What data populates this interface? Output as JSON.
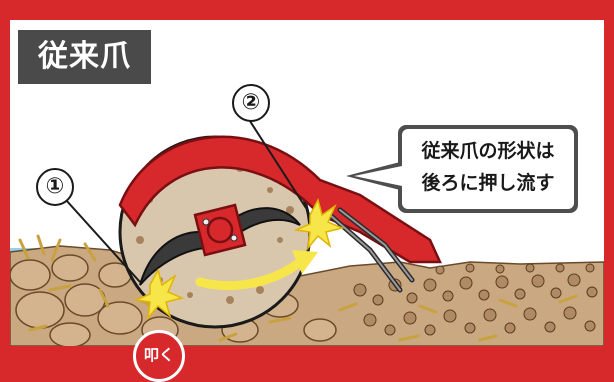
{
  "title": "従来爪",
  "callout": {
    "line1": "従来爪の形状は",
    "line2": "後ろに押し流す"
  },
  "markers": {
    "one": "①",
    "two": "②"
  },
  "badge": "叩く",
  "colors": {
    "frame": "#d7282c",
    "title_bg": "#4a4a4a",
    "soil": "#c9a882",
    "pebble": "#b08a64",
    "straw": "#c9a240",
    "rotor_fill": "#d9c7ad",
    "hood": "#d7282c",
    "blade": "#3a3a3a",
    "arrow": "#f7e64a",
    "water": "#8fd3f0"
  }
}
